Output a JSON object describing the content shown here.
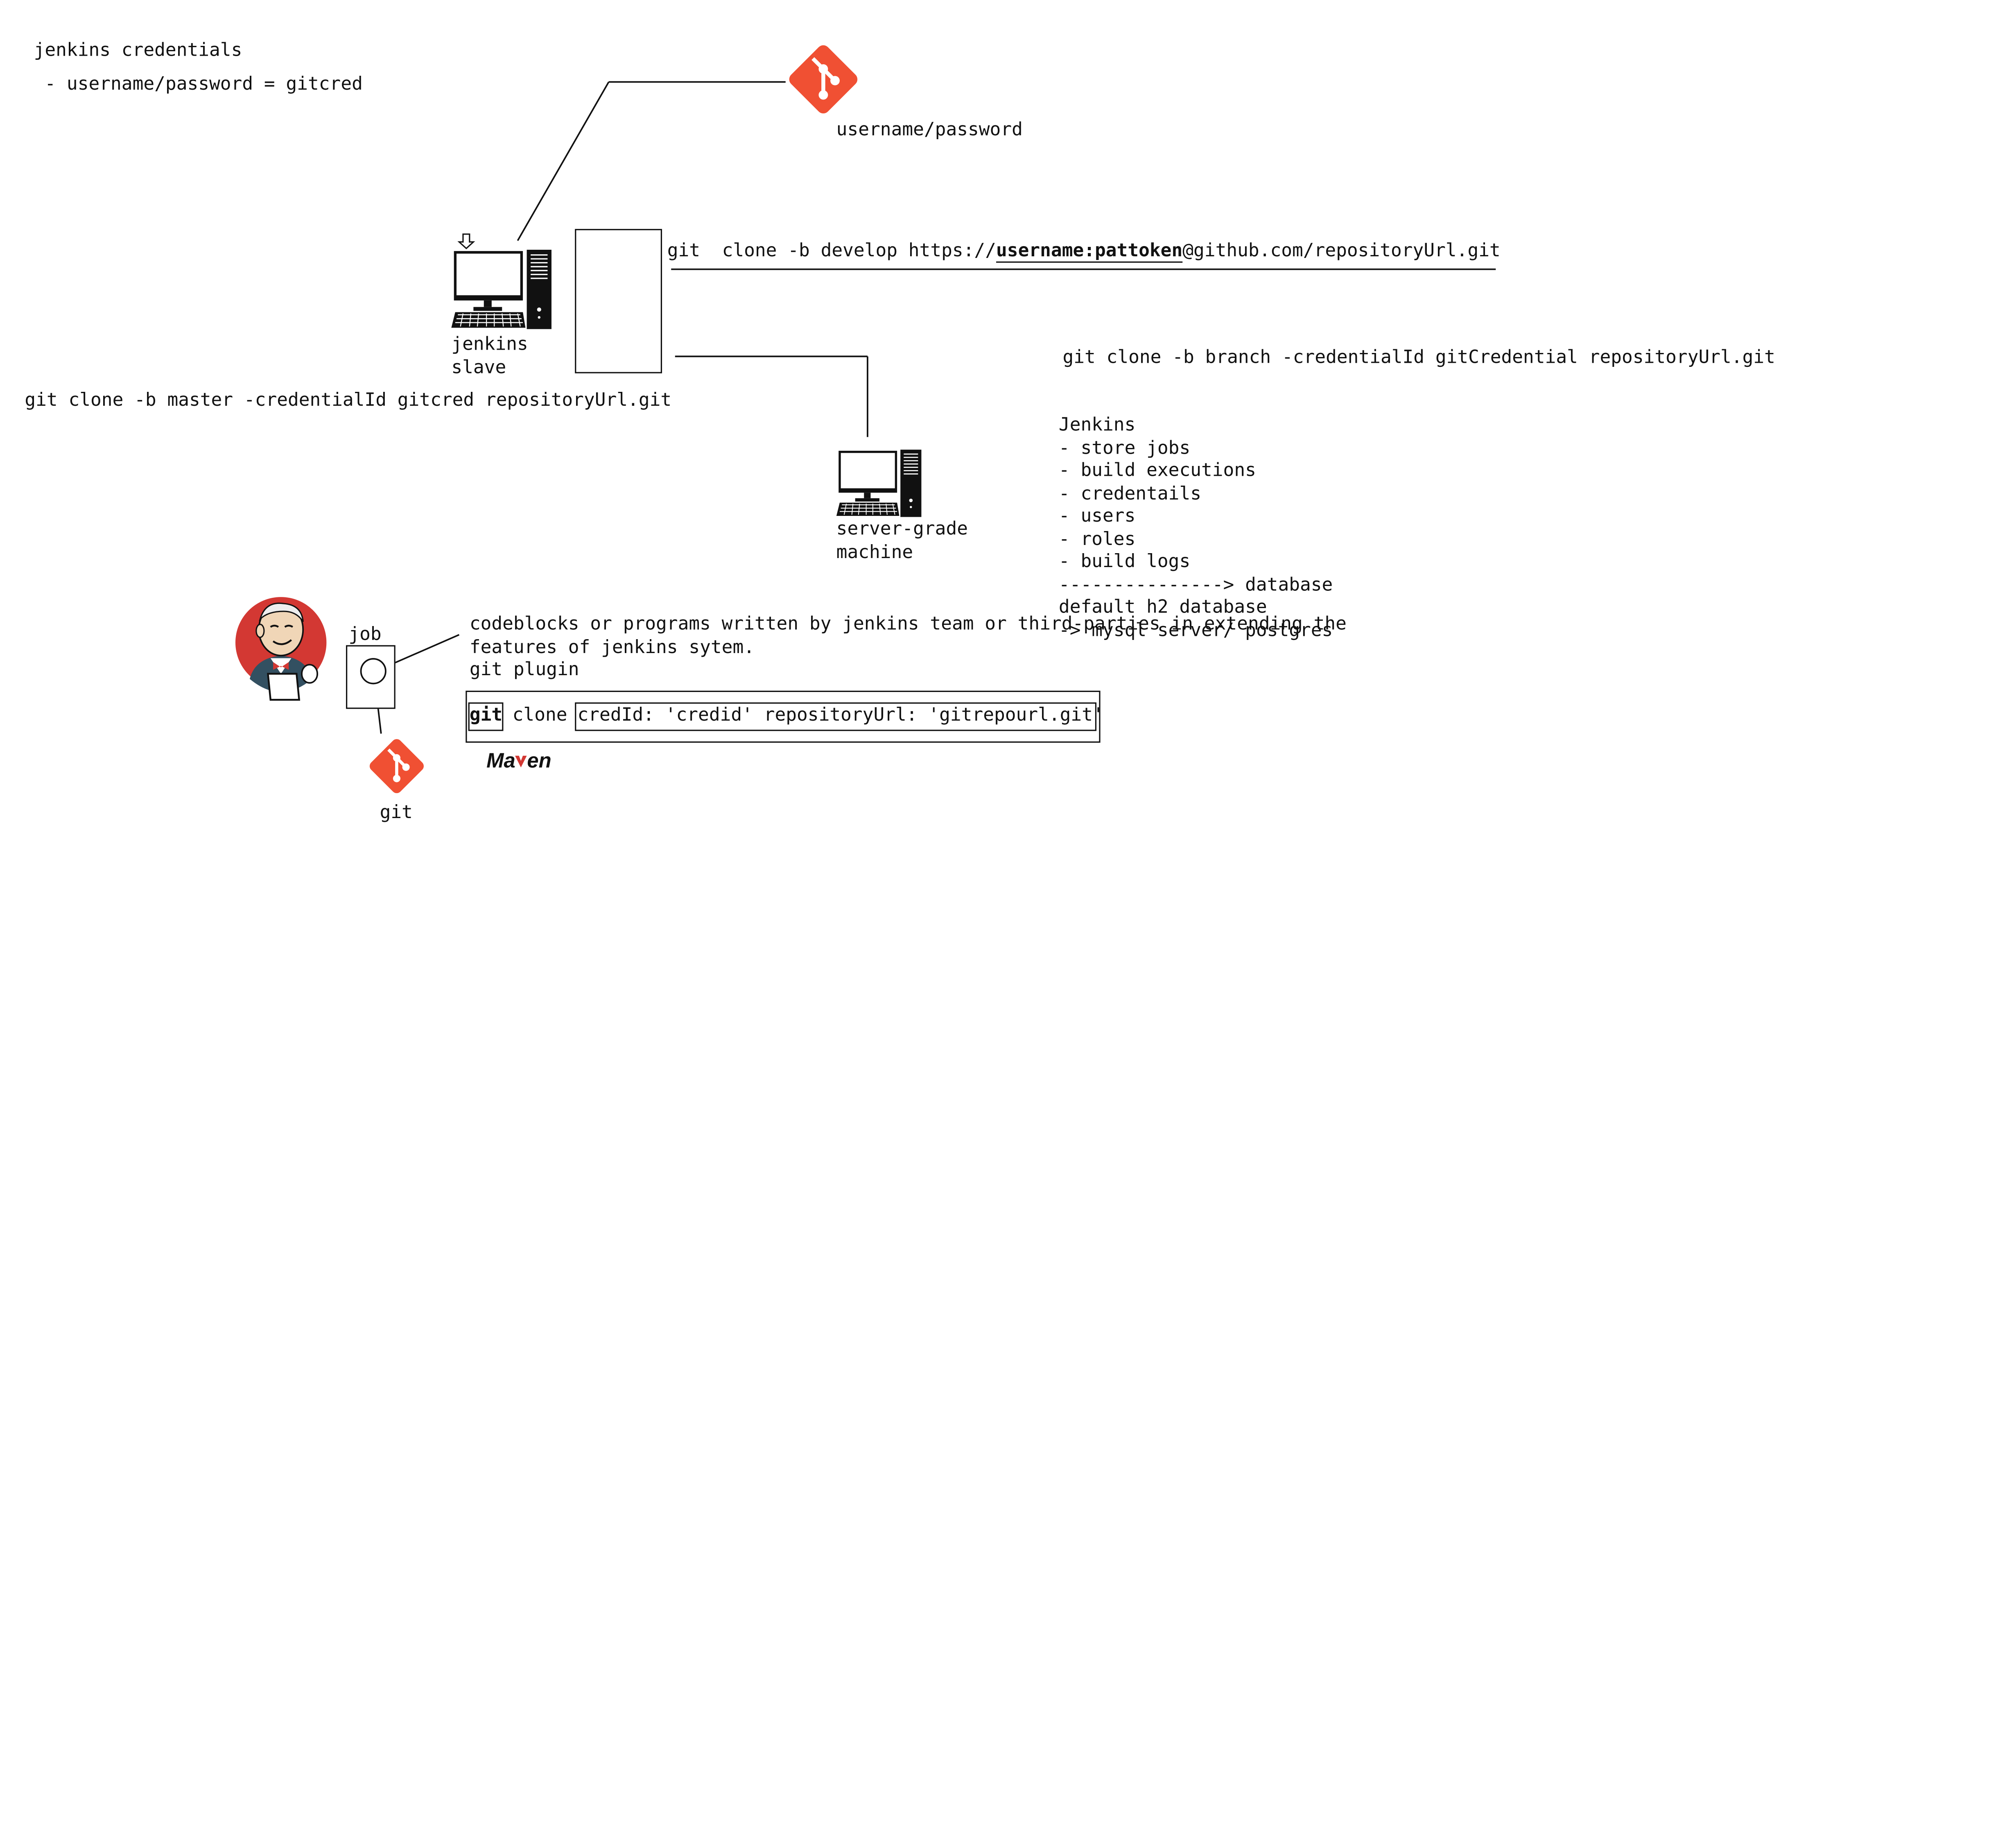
{
  "credentials_note": {
    "title": "jenkins credentials",
    "item": " - username/password = gitcred"
  },
  "git_server": {
    "icon": "git-icon",
    "label": "username/password"
  },
  "jenkins_slave": {
    "icon": "computer-icon",
    "label_line1": "jenkins",
    "label_line2": "slave",
    "command": "git clone -b master -credentialId gitcred repositoryUrl.git"
  },
  "develop_clone": {
    "prefix": "git  clone -b develop https://",
    "credential": "username:pattoken",
    "suffix": "@github.com/repositoryUrl.git"
  },
  "branch_clone": {
    "command": "git clone -b branch -credentialId gitCredential repositoryUrl.git"
  },
  "server_machine": {
    "icon": "computer-icon",
    "label_line1": "server-grade",
    "label_line2": "machine"
  },
  "jenkins_notes": {
    "lines": [
      "Jenkins",
      "- store jobs",
      "- build executions",
      "- credentails",
      "- users",
      "- roles",
      "- build logs",
      "---------------> database",
      "default h2 database",
      "-> mysql server/ postgres"
    ]
  },
  "job": {
    "icon": "jenkins-logo",
    "label": "job"
  },
  "plugin_notes": {
    "line1": "codeblocks or programs written by jenkins team or third-parties in extending the",
    "line2": "features of jenkins sytem.",
    "line3": "git plugin"
  },
  "git_step": {
    "keyword": "git",
    "verb": "clone",
    "args": "credId: 'credid' repositoryUrl: 'gitrepourl.git'"
  },
  "maven_logo": {
    "text_a": "Ma",
    "text_b": "en"
  },
  "git_node": {
    "icon": "git-icon",
    "label": "git"
  },
  "colors": {
    "git_orange": "#f05033",
    "jenkins_red": "#d33833",
    "ink": "#111111"
  }
}
